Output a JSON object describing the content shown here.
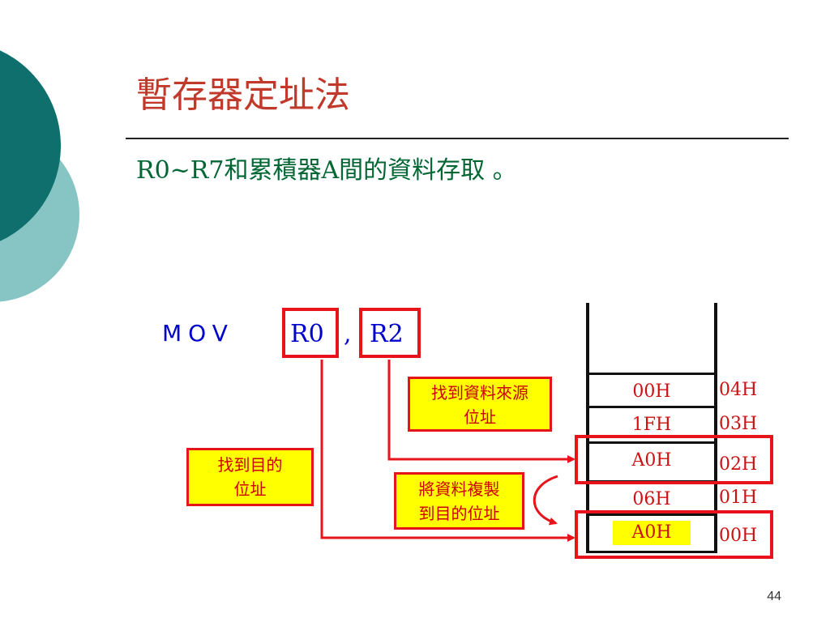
{
  "title": "暫存器定址法",
  "subtitle": "R0~R7和累積器A間的資料存取 。",
  "instruction": {
    "mnemonic": "MOV",
    "dest": "R0",
    "separator": ",",
    "source": "R2"
  },
  "callouts": {
    "source_line1": "找到資料來源",
    "source_line2": "位址",
    "dest_line1": "找到目的",
    "dest_line2": "位址",
    "copy_line1": "將資料複製",
    "copy_line2": "到目的位址"
  },
  "memory": [
    {
      "value": "00H",
      "address": "04H"
    },
    {
      "value": "1FH",
      "address": "03H"
    },
    {
      "value": "A0H",
      "address": "02H"
    },
    {
      "value": "06H",
      "address": "01H"
    },
    {
      "value": "A0H",
      "address": "00H"
    }
  ],
  "page_number": "44",
  "colors": {
    "title": "#c0392b",
    "subtitle": "#006633",
    "accent_red": "#e8141b",
    "highlight": "#ffff00",
    "teal_dark": "#0e6f6d",
    "teal_light": "#86c5c4"
  }
}
